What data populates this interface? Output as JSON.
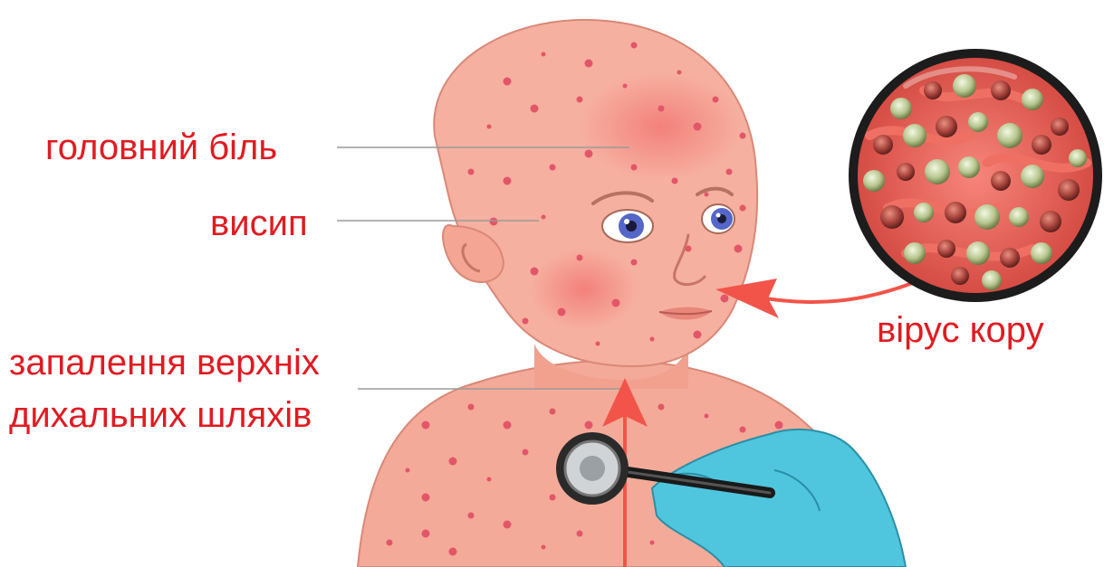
{
  "labels": {
    "headache": "головний біль",
    "rash": "висип",
    "airways_line1": "запалення верхніх",
    "airways_line2": "дихальних шляхів",
    "virus": "вірус кору"
  },
  "colors": {
    "label_text": "#e01b22",
    "skin": "#f4aa98",
    "rash_spots": "#e2566a",
    "arrow": "#f2544a",
    "glove": "#4fc6de",
    "virus_particle": "#c9d7a8",
    "virus_red_particle": "#a83b3b"
  },
  "icons": [
    "stethoscope-icon",
    "glove-icon",
    "magnifier-lens-icon",
    "arrow-icon"
  ]
}
